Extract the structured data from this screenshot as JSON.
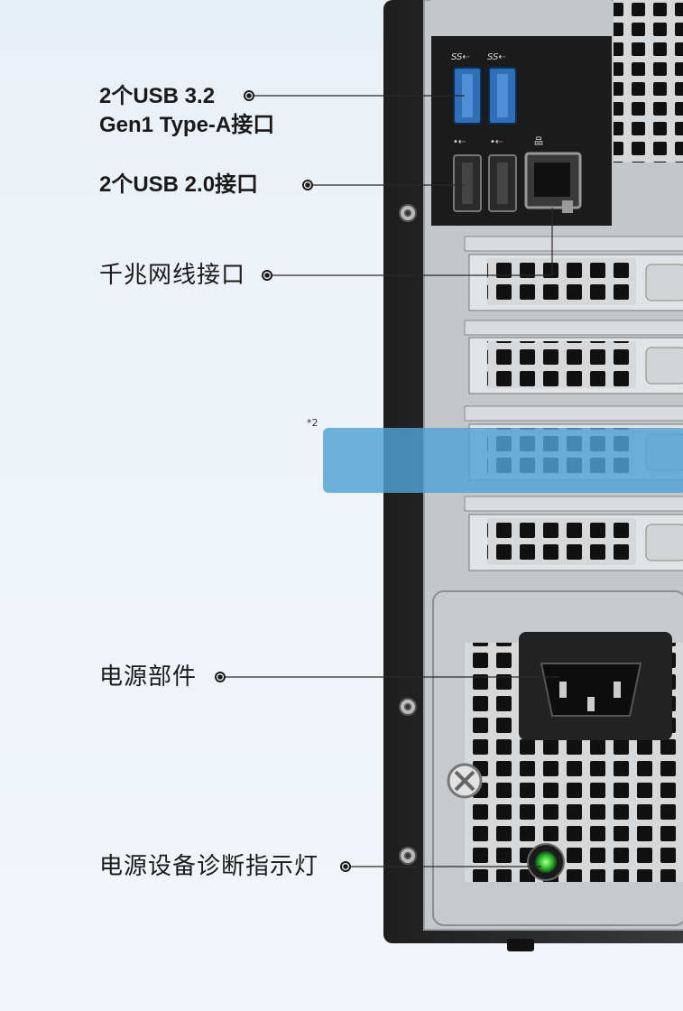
{
  "callouts": {
    "usb32_line1": "2个USB 3.2",
    "usb32_line2": "Gen1 Type-A接口",
    "usb20": "2个USB 2.0接口",
    "ethernet": "千兆网线接口",
    "power_unit": "电源部件",
    "psu_diag_led": "电源设备诊断指示灯"
  },
  "footnote_mark": "*2",
  "port_glyphs": {
    "ss_usb_1": "SS⇠",
    "ss_usb_2": "SS⇠"
  },
  "colors": {
    "background": "#eaf1f7",
    "chassis": "#2b2b2b",
    "panel": "#c9cccf",
    "io_panel": "#1c1c1c",
    "usb3_blue": "#2f6fb5",
    "highlight_slot": "#5aa8d6",
    "led_green": "#3cc93a"
  },
  "icons": [
    "usb-icon",
    "ethernet-icon",
    "power-socket-icon",
    "led-icon",
    "screw-icon"
  ]
}
